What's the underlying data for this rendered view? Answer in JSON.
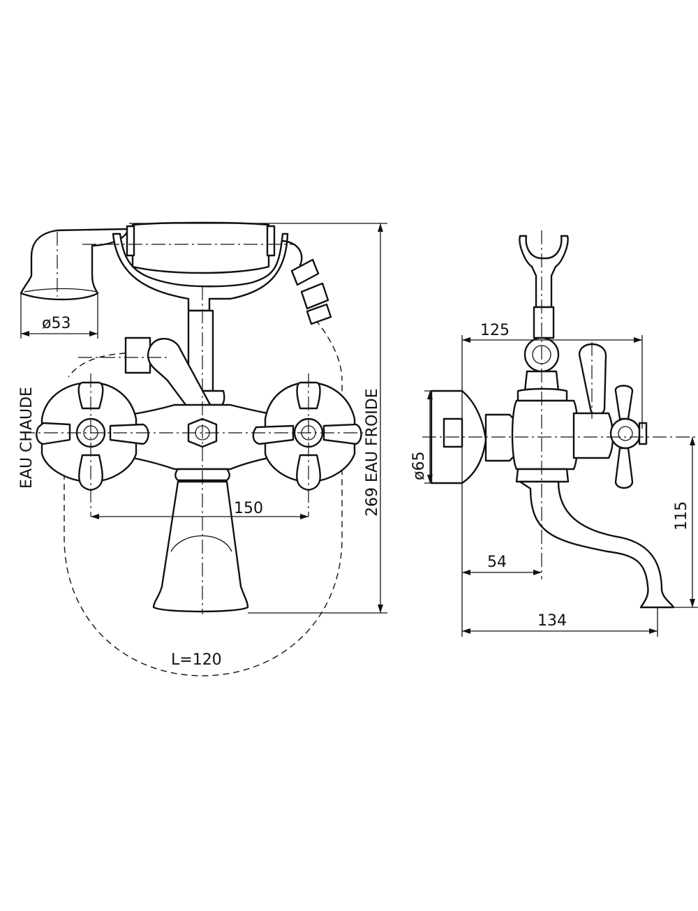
{
  "labels": {
    "dia_handshower": "ø53",
    "hot_side": "EAU CHAUDE",
    "overall_height": "269 EAU FROIDE",
    "spacing": "150",
    "length": "L=120",
    "depth_top": "125",
    "dia_flange": "ø65",
    "outlet_height": "115",
    "inlet_offset": "54",
    "total_depth": "134"
  },
  "colors": {
    "line": "#111111",
    "background": "#ffffff"
  }
}
